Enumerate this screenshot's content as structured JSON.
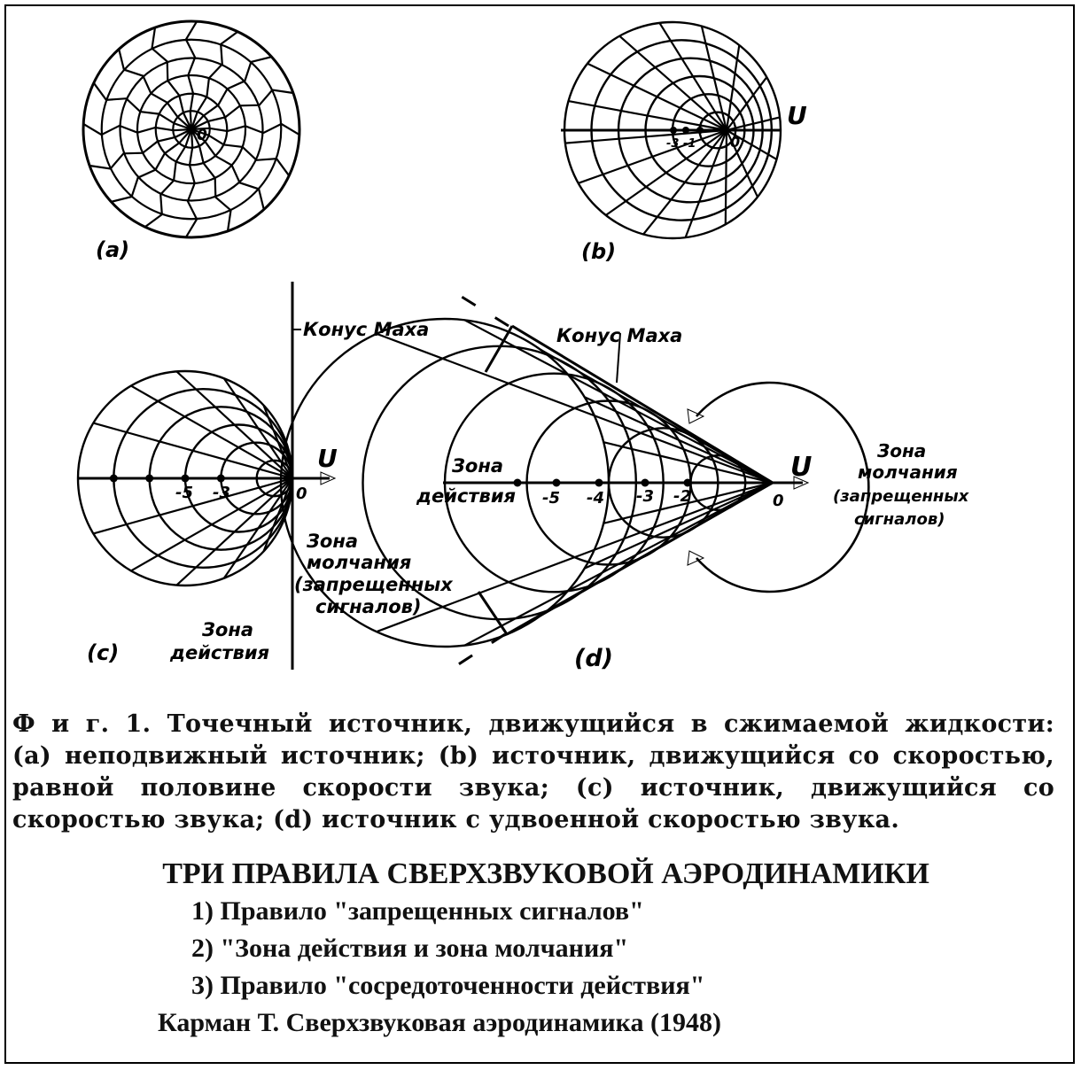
{
  "diagram": {
    "panel_a": {
      "label": "(a)",
      "origin": "0"
    },
    "panel_b": {
      "label": "(b)",
      "origin": "0",
      "velocity": "U",
      "marks": "-3 -1"
    },
    "panel_c": {
      "label": "(c)",
      "origin": "0",
      "velocity": "U",
      "ticks": [
        "-5",
        "-3"
      ],
      "mach_cone": "Конус Маха",
      "silence_zone": [
        "Зона",
        "молчания",
        "(запрещенных",
        "сигналов)"
      ],
      "action_zone": [
        "Зона",
        "действия"
      ]
    },
    "panel_d": {
      "label": "(d)",
      "origin": "0",
      "velocity": "U",
      "ticks": [
        "-5",
        "-4",
        "-3",
        "-2"
      ],
      "mach_cone": "Конус Маха",
      "action_zone": [
        "Зона",
        "действия"
      ],
      "silence_zone": [
        "Зона",
        "молчания",
        "(запрещенных",
        "сигналов)"
      ]
    }
  },
  "caption": {
    "line1": "Ф и г. 1. Точечный источник, движущийся в сжимаемой жидкости:",
    "line2": "(a) неподвижный источник; (b) источник, движущийся со скоростью,",
    "line3": "равной половине скорости звука; (c) источник, движущийся со",
    "line4": "скоростью звука; (d) источник с удвоенной скоростью звука."
  },
  "rules": {
    "heading": "ТРИ ПРАВИЛА СВЕРХЗВУКОВОЙ АЭРОДИНАМИКИ",
    "items": [
      "1) Правило \"запрещенных сигналов\"",
      "2) \"Зона действия и зона молчания\"",
      "3) Правило \"сосредоточенности действия\""
    ],
    "source": "Карман Т. Сверхзвуковая аэродинамика (1948)"
  }
}
